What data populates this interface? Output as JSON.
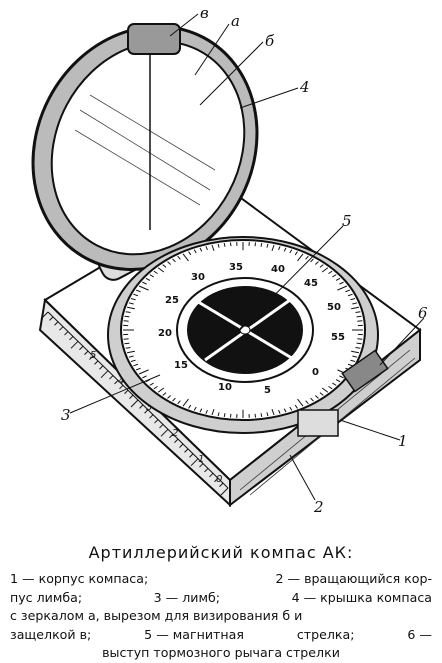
{
  "caption": {
    "title": "Артиллерийский компас АК:",
    "legend_lines": [
      [
        "1 — корпус компаса;",
        "2 — вращающийся кор-"
      ],
      [
        "пус лимба;",
        "3 — лимб;",
        "4 — крышка компаса"
      ],
      [
        "с зеркалом а, вырезом для визирования б и"
      ],
      [
        "защелкой в;",
        "5 — магнитная",
        "стрелка;",
        "6 —"
      ],
      [
        "выступ тормозного рычага стрелки"
      ]
    ]
  },
  "callouts": {
    "v": "в",
    "a": "а",
    "b": "б",
    "n4": "4",
    "n5": "5",
    "n6": "6",
    "n3": "3",
    "n1": "1",
    "n2": "2"
  },
  "dial_labels": [
    "35",
    "40",
    "45",
    "50",
    "55",
    "0",
    "5",
    "10",
    "15",
    "20",
    "25",
    "30"
  ],
  "ruler_labels": [
    "5",
    "4",
    "3",
    "2",
    "1",
    "0"
  ]
}
